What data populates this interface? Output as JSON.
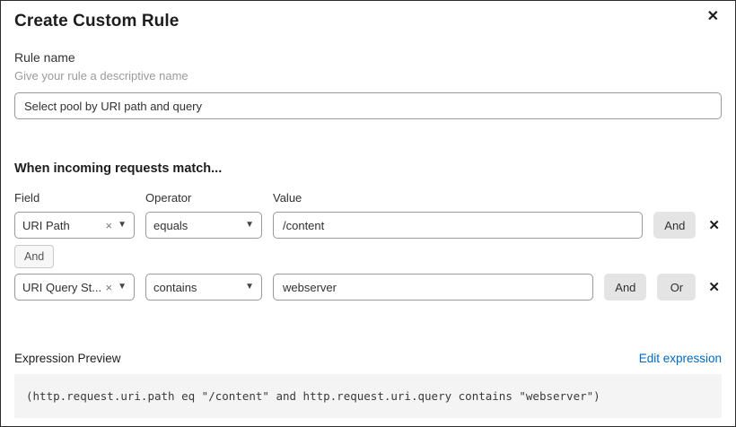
{
  "modal": {
    "title": "Create Custom Rule"
  },
  "icons": {
    "close": "✕",
    "clear": "×",
    "caret": "▼",
    "remove": "✕"
  },
  "rule_name": {
    "label": "Rule name",
    "hint": "Give your rule a descriptive name",
    "value": "Select pool by URI path and query"
  },
  "matcher": {
    "heading": "When incoming requests match...",
    "columns": {
      "field": "Field",
      "operator": "Operator",
      "value": "Value"
    },
    "connector": "And",
    "rows": [
      {
        "field": "URI Path",
        "operator": "equals",
        "value": "/content",
        "and_label": "And"
      },
      {
        "field": "URI Query St...",
        "operator": "contains",
        "value": "webserver",
        "and_label": "And",
        "or_label": "Or"
      }
    ]
  },
  "expression": {
    "label": "Expression Preview",
    "edit_link": "Edit expression",
    "code": "(http.request.uri.path eq \"/content\" and http.request.uri.query contains \"webserver\")"
  },
  "colors": {
    "link": "#0069c2",
    "button_bg": "#e4e4e4",
    "code_bg": "#f4f4f5",
    "border": "#999999"
  }
}
